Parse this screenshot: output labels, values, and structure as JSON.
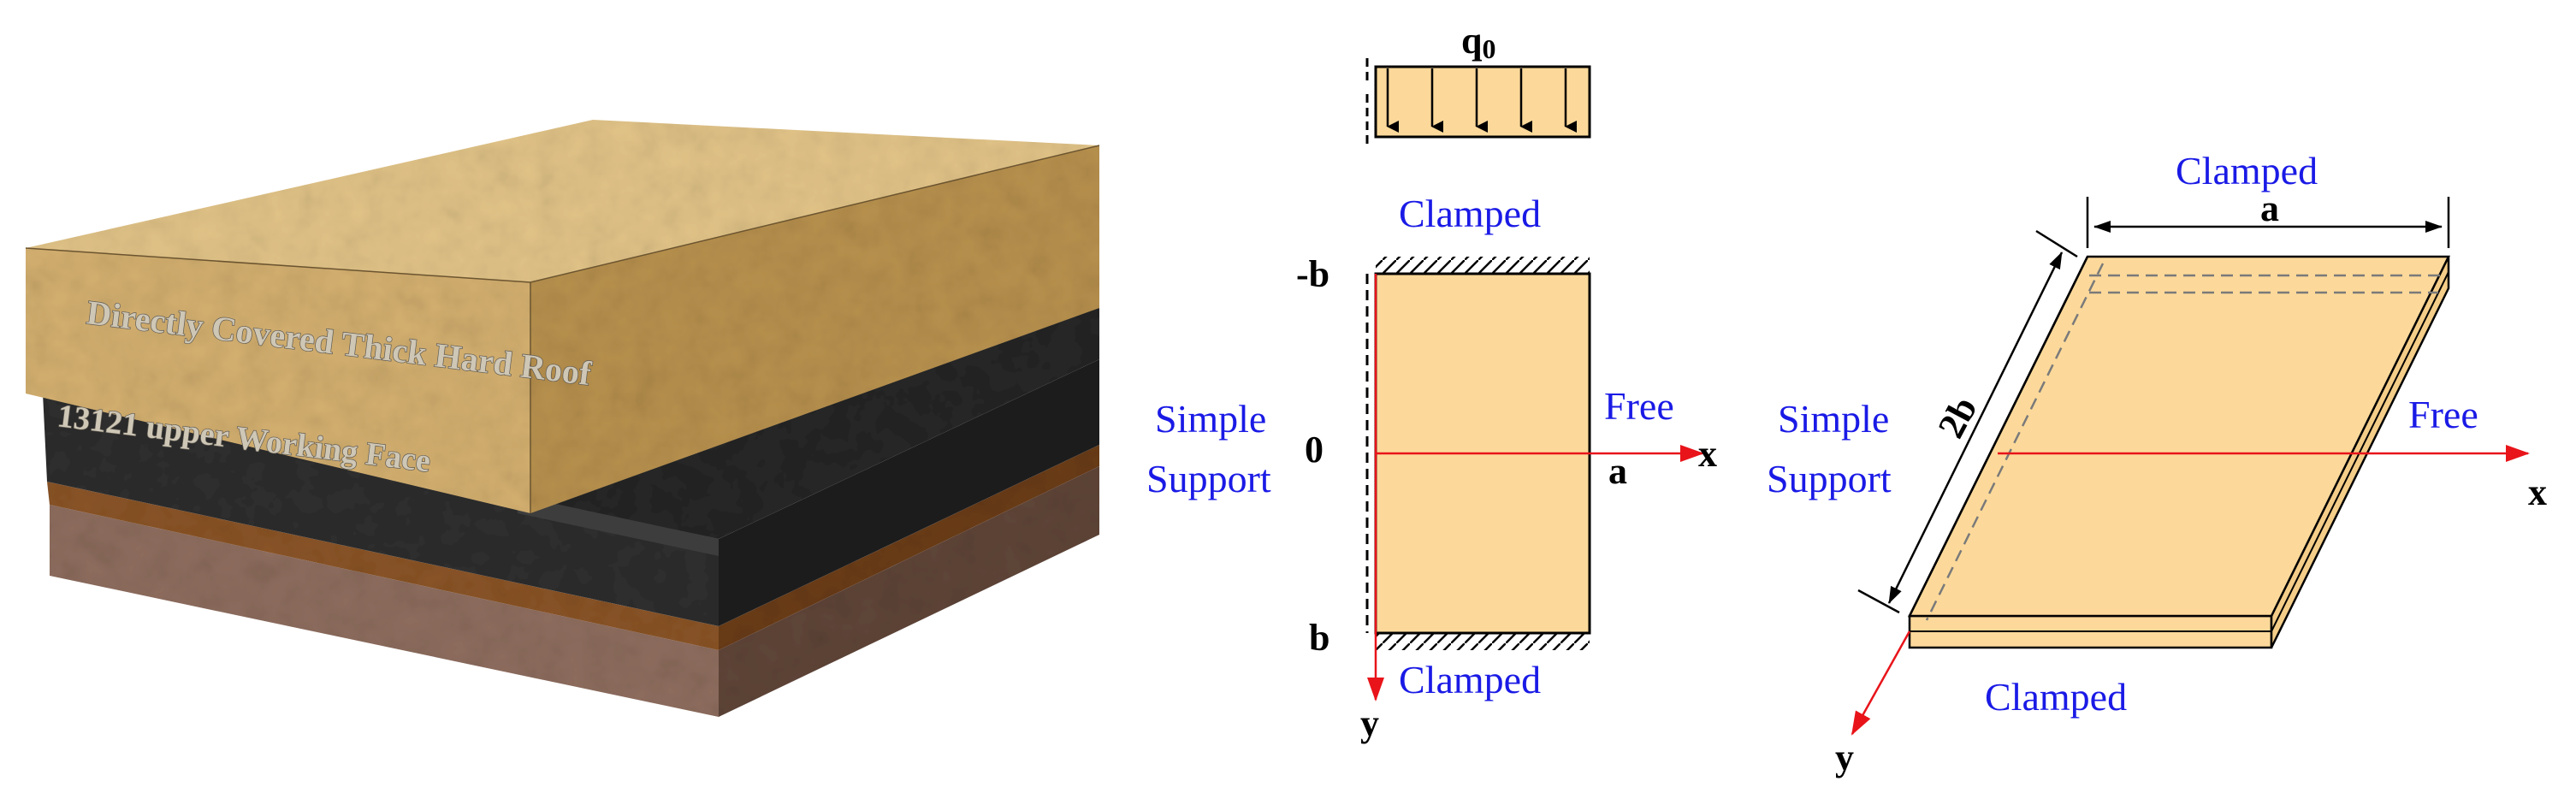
{
  "rock_model": {
    "roof_label": "Directly Covered Thick Hard Roof",
    "face_label": "13121 upper Working Face"
  },
  "plan_view": {
    "load_label": "q",
    "load_subscript": "0",
    "edge_top": "Clamped",
    "edge_bottom": "Clamped",
    "edge_left_line1": "Simple",
    "edge_left_line2": "Support",
    "edge_right": "Free",
    "coord_neg_b": "-b",
    "coord_zero": "0",
    "coord_b": "b",
    "coord_a": "a",
    "axis_x": "x",
    "axis_y": "y"
  },
  "iso_view": {
    "edge_top": "Clamped",
    "edge_bottom": "Clamped",
    "edge_left_line1": "Simple",
    "edge_left_line2": "Support",
    "edge_right": "Free",
    "dim_a": "a",
    "dim_2b": "2b",
    "axis_x": "x",
    "axis_y": "y"
  },
  "colors": {
    "sandstone": "#d9b679",
    "plate_fill": "#fcd99a",
    "label_blue": "#1a1ae6",
    "axis_red": "#e8141a",
    "coal_black": "#2d2d2d",
    "mudstone_brown": "#7a4a22",
    "base_rock": "#8a6a5a"
  }
}
